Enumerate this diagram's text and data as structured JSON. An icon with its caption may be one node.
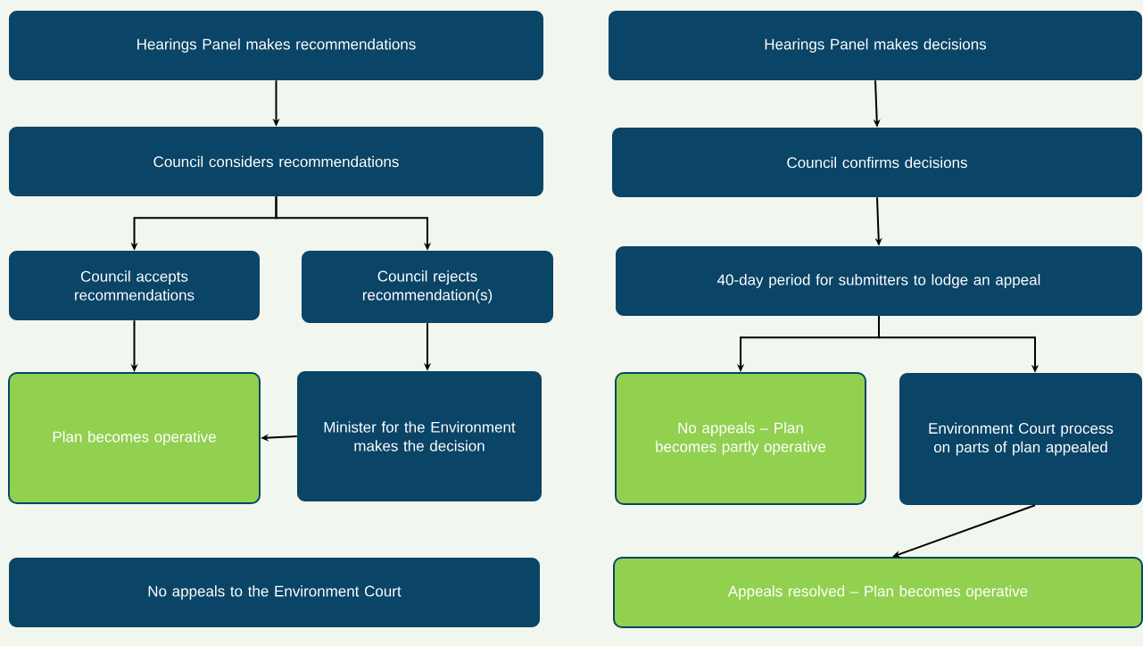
{
  "diagram": {
    "nodes": [
      {
        "text": [
          "Hearings Panel makes recommendations"
        ]
      },
      {
        "text": [
          "Council considers recommendations"
        ]
      },
      {
        "text": [
          "Council accepts recommendations"
        ]
      },
      {
        "text": [
          "Council rejects recommendation(s)"
        ]
      },
      {
        "text": [
          "Plan becomes operative"
        ]
      },
      {
        "text": [
          "Minister for the Environment makes the decision"
        ]
      },
      {
        "text": [
          "No appeals to the Environment Court"
        ]
      },
      {
        "text": [
          "Hearings Panel makes decisions"
        ]
      },
      {
        "text": [
          "Council confirms decisions"
        ]
      },
      {
        "text": [
          "40-day period for submitters to lodge an appeal"
        ]
      },
      {
        "text": [
          "No appeals – Plan becomes partly operative"
        ]
      },
      {
        "text": [
          "Environment Court process on parts of plan appealed"
        ]
      },
      {
        "text": [
          "Appeals resolved – Plan becomes operative"
        ]
      }
    ],
    "edges": [
      {
        "from": 0,
        "to": 1,
        "arrow": "to"
      },
      {
        "from": 1,
        "to": 2,
        "arrow": "to"
      },
      {
        "from": 1,
        "to": 3,
        "arrow": "to"
      },
      {
        "from": 2,
        "to": 4,
        "arrow": "to"
      },
      {
        "from": 3,
        "to": 5,
        "arrow": "to"
      },
      {
        "from": 5,
        "to": 4,
        "arrow": "to"
      },
      {
        "from": 7,
        "to": 8,
        "arrow": "to"
      },
      {
        "from": 8,
        "to": 9,
        "arrow": "to"
      },
      {
        "from": 9,
        "to": 10,
        "arrow": "to"
      },
      {
        "from": 9,
        "to": 11,
        "arrow": "to"
      },
      {
        "from": 11,
        "to": 12,
        "arrow": "to"
      }
    ]
  }
}
